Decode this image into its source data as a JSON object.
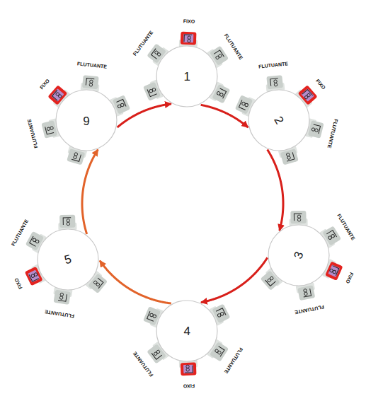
{
  "diagram": {
    "nodes": [
      {
        "text": [
          "1"
        ]
      },
      {
        "text": [
          "2"
        ]
      },
      {
        "text": [
          "3"
        ]
      },
      {
        "text": [
          "4"
        ]
      },
      {
        "text": [
          "5"
        ]
      },
      {
        "text": [
          "6"
        ]
      }
    ],
    "edges": [
      {
        "from": 0,
        "to": 1,
        "arrow": "to"
      },
      {
        "from": 1,
        "to": 2,
        "arrow": "to"
      },
      {
        "from": 2,
        "to": 3,
        "arrow": "to"
      },
      {
        "from": 3,
        "to": 4,
        "arrow": "to"
      },
      {
        "from": 4,
        "to": 5,
        "arrow": "to"
      },
      {
        "from": 5,
        "to": 0,
        "arrow": "to"
      }
    ],
    "labels": [
      "FIXO",
      "FLUTUANTE",
      "FLUTUANTE",
      "FIXO",
      "FLUTUANTE",
      "FLUTUANTE",
      "FIXO",
      "FLUTUANTE",
      "FLUTUANTE",
      "FIXO",
      "FLUTUANTE",
      "FLUTUANTE",
      "FIXO",
      "FLUTUANTE",
      "FLUTUANTE",
      "FIXO",
      "FLUTUANTE",
      "FLUTUANTE"
    ]
  }
}
